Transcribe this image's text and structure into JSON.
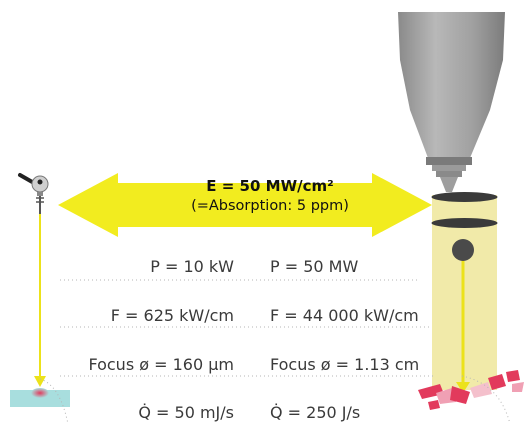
{
  "header": {
    "energy_title": "E = 50 MW/cm²",
    "absorption_note": "(=Absorption: 5 ppm)"
  },
  "rows": [
    {
      "left": "P = 10 kW",
      "right": "P = 50 MW"
    },
    {
      "left": "F = 625 kW/cm",
      "right": "F = 44 000 kW/cm"
    },
    {
      "left": "Focus ø = 160 µm",
      "right": "Focus ø = 1.13 cm"
    },
    {
      "left": "Q̇ = 50 mJ/s",
      "right": "Q̇ = 250 J/s"
    }
  ],
  "colors": {
    "arrow_yellow": "#f2ec1f",
    "beam_yellow": "#efe8a0",
    "beam_line": "#ece21a",
    "nozzle_gray": "#9c9c9c",
    "ring_dark": "#3a3a3a",
    "workpiece_blue": "#a8dede",
    "hot_spot": "#e23a5c",
    "text_gray": "#3a3a3a"
  },
  "icons": {
    "small_laser": "small-laser-head-icon",
    "large_nozzle": "laser-nozzle-icon"
  }
}
